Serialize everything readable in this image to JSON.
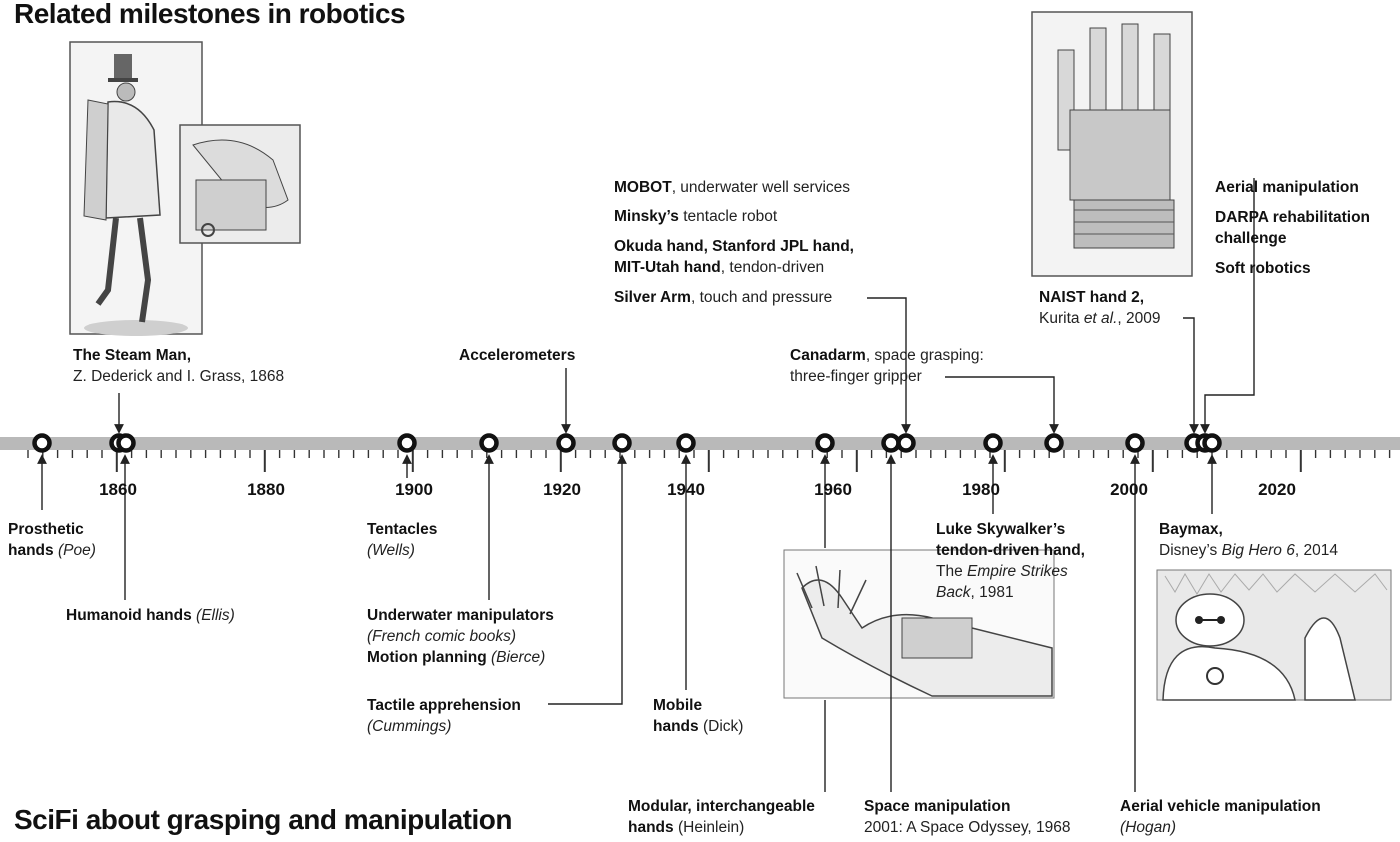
{
  "header_top": "Related milestones in robotics",
  "header_bottom": "SciFi about grasping and manipulation",
  "years": [
    "1860",
    "1880",
    "1900",
    "1920",
    "1940",
    "1960",
    "1980",
    "2000",
    "2020"
  ],
  "above": {
    "steam_man": {
      "title": "The Steam Man,",
      "sub": "Z. Dederick and I. Grass, 1868"
    },
    "accelerometers": {
      "title": "Accelerometers"
    },
    "mobot": {
      "bold": "MOBOT",
      "rest": ", underwater well services"
    },
    "minsky": {
      "bold": "Minsky’s",
      "rest": " tentacle robot"
    },
    "okuda1": {
      "bold": "Okuda hand, Stanford JPL hand,"
    },
    "okuda2": {
      "bold": "MIT-Utah hand",
      "rest": ", tendon-driven"
    },
    "silver": {
      "bold": "Silver Arm",
      "rest": ", touch and pressure"
    },
    "canadarm1": {
      "bold": "Canadarm",
      "rest": ", space grasping:"
    },
    "canadarm2": {
      "rest": "three-finger gripper"
    },
    "naist1": {
      "bold": "NAIST hand 2,"
    },
    "naist2": {
      "rest": "Kurita ",
      "ital": "et al.",
      "rest2": ", 2009"
    },
    "aerial": "Aerial manipulation",
    "darpa1": "DARPA rehabilitation",
    "darpa2": "challenge",
    "soft": "Soft robotics"
  },
  "below": {
    "prosthetic1": "Prosthetic",
    "prosthetic2": {
      "bold": "hands ",
      "ital": "(Poe)"
    },
    "humanoid": {
      "bold": "Humanoid hands ",
      "ital": "(Ellis)"
    },
    "tentacles": {
      "bold": "Tentacles",
      "ital": "(Wells)"
    },
    "underwater": {
      "bold": "Underwater manipulators",
      "ital": "(French comic books)"
    },
    "motion": {
      "bold": "Motion planning ",
      "ital": "(Bierce)"
    },
    "tactile": {
      "bold": "Tactile apprehension",
      "ital": "(Cummings)"
    },
    "mobile1": "Mobile",
    "mobile2": {
      "bold": "hands",
      "rest": " (Dick)"
    },
    "luke1": "Luke Skywalker’s",
    "luke2": "tendon-driven hand,",
    "luke3": {
      "rest": "The ",
      "ital": "Empire Strikes"
    },
    "luke4": {
      "ital": "Back",
      "rest": ", 1981"
    },
    "baymax1": "Baymax,",
    "baymax2": {
      "rest": "Disney’s ",
      "ital": "Big Hero 6",
      "rest2": ", 2014"
    },
    "modular1": "Modular, interchangeable",
    "modular2": {
      "bold": "hands",
      "rest": " (Heinlein)"
    },
    "space1": "Space manipulation",
    "space2": "2001: A Space Odyssey, 1968",
    "aerialveh1": "Aerial vehicle manipulation",
    "aerialveh2": {
      "ital": "(Hogan)"
    }
  }
}
